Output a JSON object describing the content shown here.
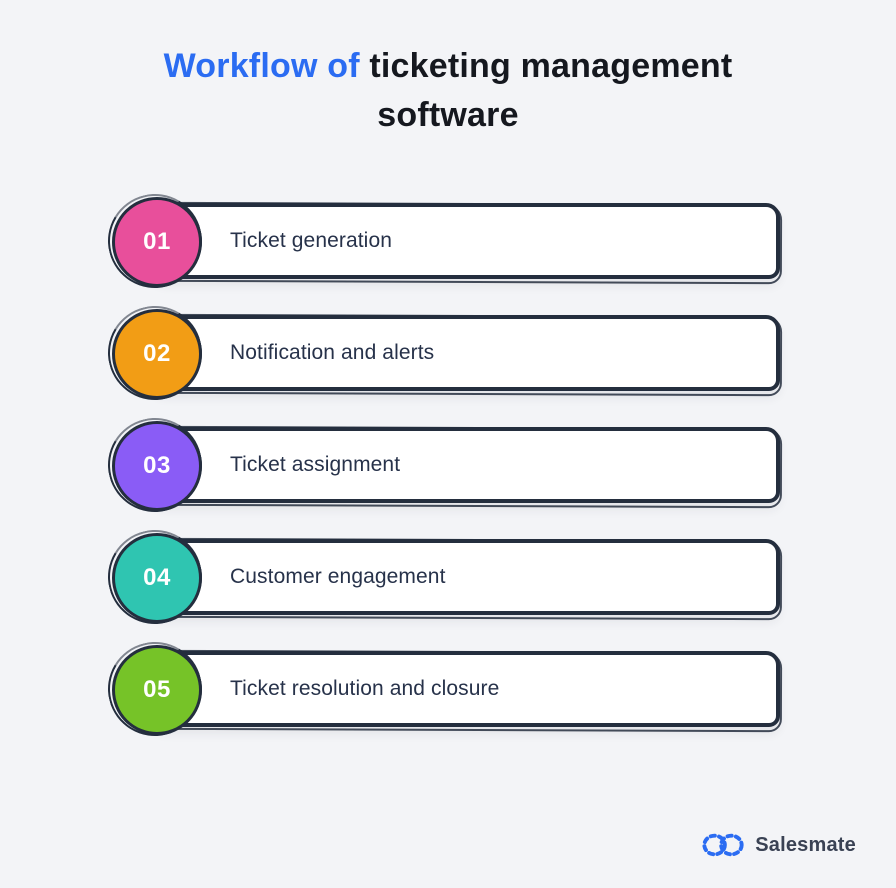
{
  "page": {
    "background": "#f3f4f7"
  },
  "title": {
    "accent": "Workflow of",
    "rest": " ticketing management software",
    "accent_color": "#2b6cf2",
    "text_color": "#15181f"
  },
  "steps": [
    {
      "number": "01",
      "label": "Ticket generation",
      "color": "#e84f9b"
    },
    {
      "number": "02",
      "label": "Notification and alerts",
      "color": "#f29d15"
    },
    {
      "number": "03",
      "label": "Ticket assignment",
      "color": "#8a5cf6"
    },
    {
      "number": "04",
      "label": "Customer engagement",
      "color": "#2fc5b1"
    },
    {
      "number": "05",
      "label": "Ticket resolution and closure",
      "color": "#76c328"
    }
  ],
  "style": {
    "outline_color": "#242e3e",
    "bar_background": "#ffffff",
    "step_text_color": "#27324a"
  },
  "footer": {
    "brand": "Salesmate",
    "brand_color": "#3a4254",
    "icon": "salesmate-chain-icon",
    "icon_color": "#2b6cf2"
  }
}
